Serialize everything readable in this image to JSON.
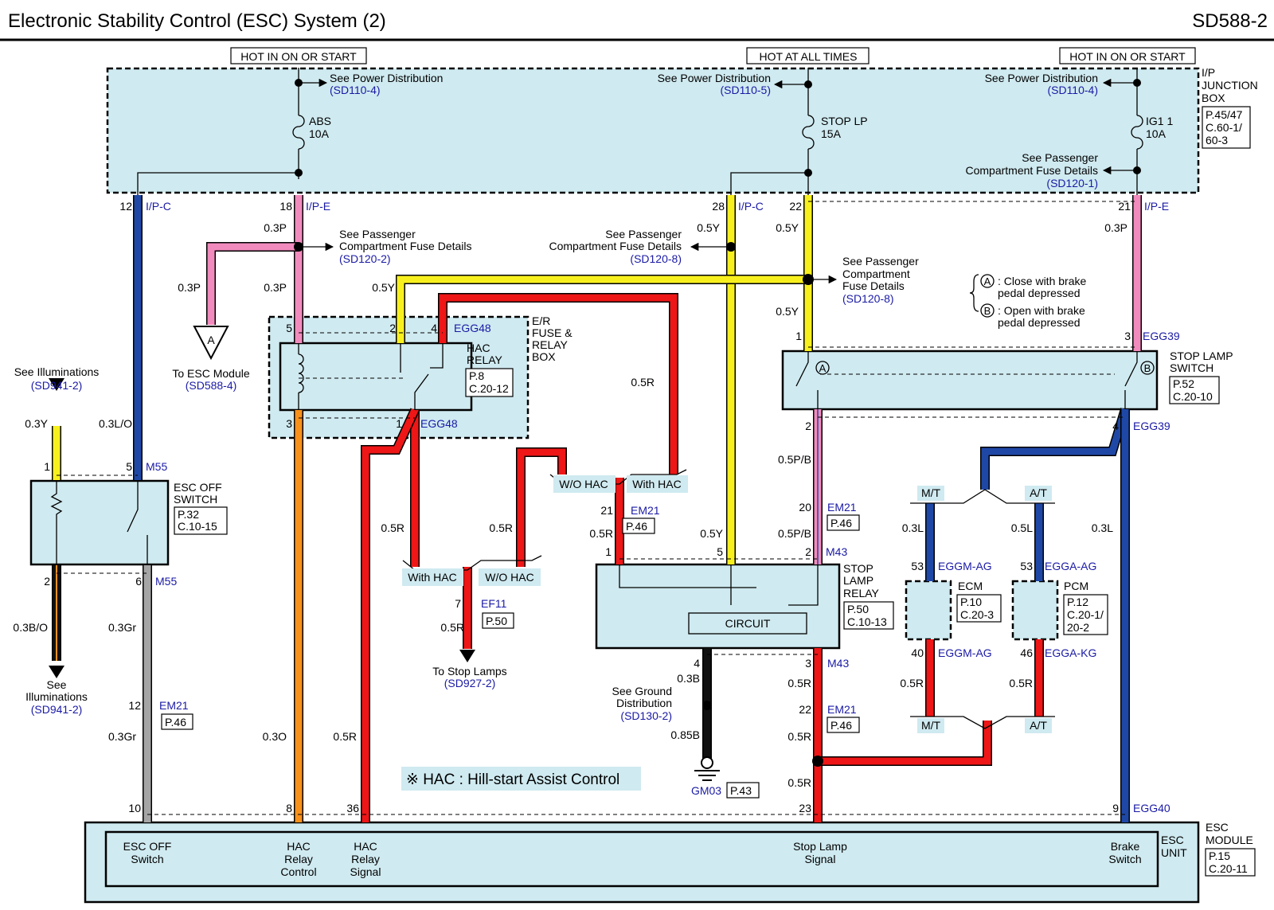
{
  "title": "Electronic Stability Control (ESC) System (2)",
  "page_code": "SD588-2",
  "power_labels": [
    "HOT IN ON OR START",
    "HOT AT ALL TIMES",
    "HOT IN ON OR START"
  ],
  "see_power_distribution": "See Power Distribution",
  "see_pass_fuse_details": "See Passenger",
  "compartment_fuse_details": "Compartment Fuse Details",
  "compartment": "Compartment",
  "fuse_details": "Fuse Details",
  "refs": {
    "sd110_4": "(SD110-4)",
    "sd110_5": "(SD110-5)",
    "sd120_1": "(SD120-1)",
    "sd120_2": "(SD120-2)",
    "sd120_8": "(SD120-8)",
    "sd588_4": "(SD588-4)",
    "sd941_2": "(SD941-2)",
    "sd927_2": "(SD927-2)",
    "sd130_2": "(SD130-2)"
  },
  "fuses": {
    "abs_name": "ABS",
    "abs_rating": "10A",
    "stoplp_name": "STOP LP",
    "stoplp_rating": "15A",
    "ig1_name": "IG1 1",
    "ig1_rating": "10A"
  },
  "ip_junction_box": {
    "l1": "I/P",
    "l2": "JUNCTION",
    "l3": "BOX",
    "r1": "P.45/47",
    "r2": "C.60-1/",
    "r3": "60-3"
  },
  "er_box": {
    "l1": "E/R",
    "l2": "FUSE &",
    "l3": "RELAY",
    "l4": "BOX"
  },
  "hac_relay": {
    "l1": "HAC",
    "l2": "RELAY",
    "r1": "P.8",
    "r2": "C.20-12"
  },
  "esc_off_switch": {
    "l1": "ESC OFF",
    "l2": "SWITCH",
    "r1": "P.32",
    "r2": "C.10-15"
  },
  "stop_lamp_switch": {
    "l1": "STOP LAMP",
    "l2": "SWITCH",
    "r1": "P.52",
    "r2": "C.20-10"
  },
  "stop_lamp_relay": {
    "l1": "STOP",
    "l2": "LAMP",
    "l3": "RELAY",
    "r1": "P.50",
    "r2": "C.10-13",
    "circuit": "CIRCUIT"
  },
  "ecm": {
    "name": "ECM",
    "r1": "P.10",
    "r2": "C.20-3"
  },
  "pcm": {
    "name": "PCM",
    "r1": "P.12",
    "r2": "C.20-1/",
    "r3": "20-2"
  },
  "esc_module": {
    "l1": "ESC",
    "l2": "MODULE",
    "unit": "ESC",
    "unit2": "UNIT",
    "r1": "P.15",
    "r2": "C.20-11"
  },
  "legend": {
    "a": ": Close with brake",
    "a2": "pedal depressed",
    "b": ": Open with brake",
    "b2": "pedal depressed",
    "a_sym": "A",
    "b_sym": "B"
  },
  "connectors": {
    "ipc": "I/P-C",
    "ipe": "I/P-E",
    "egg48": "EGG48",
    "egg39": "EGG39",
    "egg40": "EGG40",
    "m55": "M55",
    "m43": "M43",
    "em21": "EM21",
    "ef11": "EF11",
    "eggm_ag": "EGGM-AG",
    "egga_ag": "EGGA-AG",
    "egga_kg": "EGGA-KG",
    "gm03": "GM03"
  },
  "pages": {
    "p46": "P.46",
    "p50": "P.50",
    "p43": "P.43"
  },
  "pins": {
    "p12": "12",
    "p18": "18",
    "p28": "28",
    "p22": "22",
    "p21": "21",
    "p5": "5",
    "p2": "2",
    "p4": "4",
    "p3": "3",
    "p1": "1",
    "p6": "6",
    "p7": "7",
    "p20": "20",
    "p53": "53",
    "p40": "40",
    "p46": "46",
    "p10": "10",
    "p8": "8",
    "p36": "36",
    "p23": "23",
    "p9": "9"
  },
  "wires": {
    "p03": "0.3P",
    "y05": "0.5Y",
    "y03": "0.3Y",
    "lo03": "0.3L/O",
    "bo03": "0.3B/O",
    "gr03": "0.3Gr",
    "r05": "0.5R",
    "o03": "0.3O",
    "pb05": "0.5P/B",
    "l03": "0.3L",
    "l05": "0.5L",
    "b03": "0.3B",
    "b085": "0.85B"
  },
  "options": {
    "wo_hac": "W/O HAC",
    "with_hac": "With HAC",
    "mt": "M/T",
    "at": "A/T"
  },
  "misc": {
    "a_sym": "A",
    "to_esc_module": "To ESC Module",
    "see_illuminations": "See Illuminations",
    "see": "See",
    "illuminations": "Illuminations",
    "to_stop_lamps": "To Stop Lamps",
    "see_ground": "See Ground",
    "distribution": "Distribution",
    "hac_note": "※ HAC : Hill-start Assist Control"
  },
  "module_labels": {
    "esc_off_1": "ESC OFF",
    "esc_off_2": "Switch",
    "hac_ctrl_1": "HAC",
    "hac_ctrl_2": "Relay",
    "hac_ctrl_3": "Control",
    "hac_sig_1": "HAC",
    "hac_sig_2": "Relay",
    "hac_sig_3": "Signal",
    "stop_sig_1": "Stop Lamp",
    "stop_sig_2": "Signal",
    "brake_1": "Brake",
    "brake_2": "Switch"
  },
  "colors": {
    "pink": "#f28bbd",
    "yellow": "#f7f01e",
    "red": "#ee1616",
    "orange": "#f7911c",
    "blue": "#1f48a6",
    "gray": "#a5a5a5",
    "box": "#cfeaf0"
  }
}
